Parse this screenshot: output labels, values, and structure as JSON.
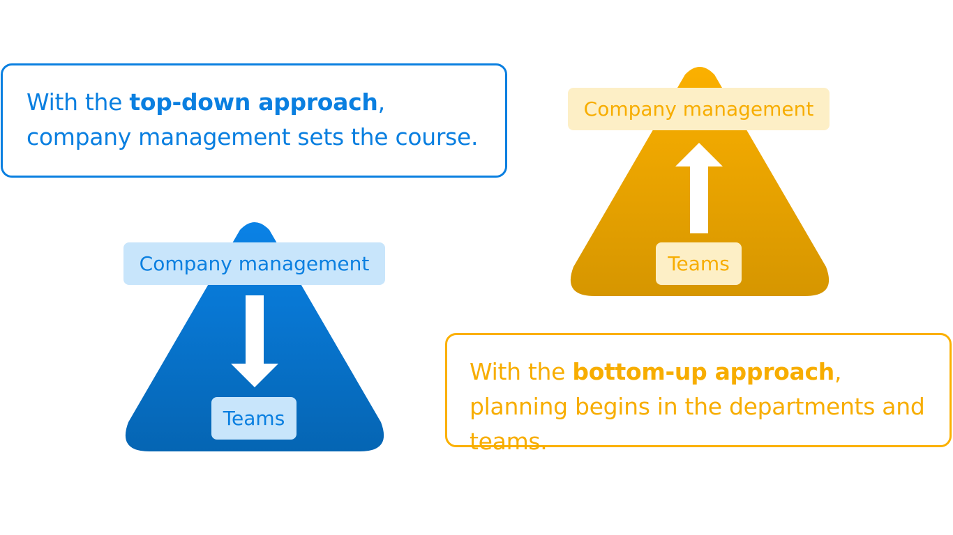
{
  "top_down": {
    "text_pre": "With the ",
    "text_bold": "top-down approach",
    "text_post": ", company management sets the course.",
    "top_label": "Company management",
    "bottom_label": "Teams",
    "arrow_direction": "down",
    "color": "#0a7fe0"
  },
  "bottom_up": {
    "text_pre": "With the ",
    "text_bold": "bottom-up approach",
    "text_post": ", planning begins in the departments and teams.",
    "top_label": "Company management",
    "bottom_label": "Teams",
    "arrow_direction": "up",
    "color": "#f7ad00"
  }
}
